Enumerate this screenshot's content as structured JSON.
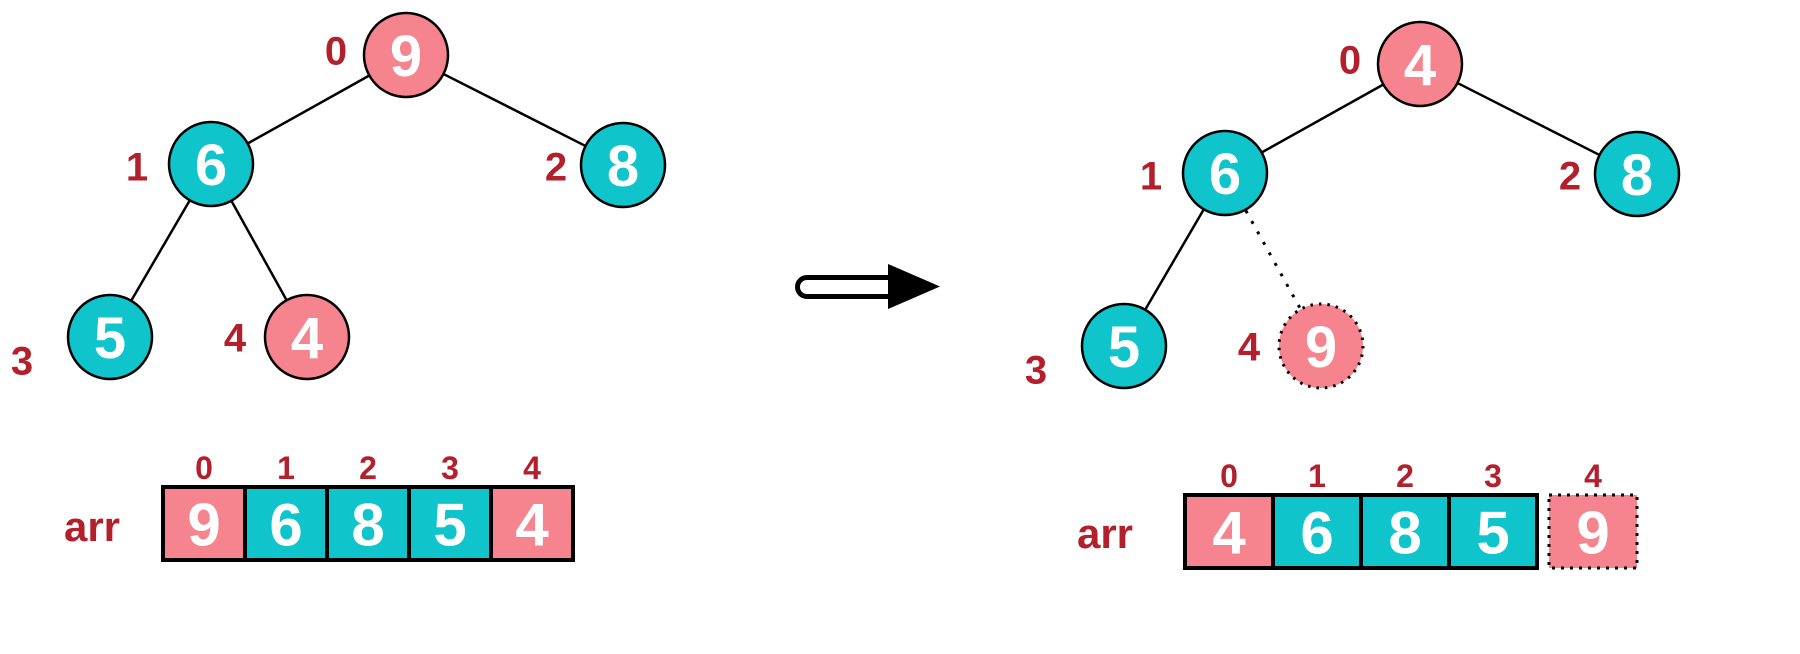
{
  "colors": {
    "pink": "#F6848E",
    "teal": "#0FC4CA",
    "label_red": "#B3202C",
    "line": "#000000",
    "node_text": "#FFFFFF"
  },
  "arrow": {
    "direction": "right"
  },
  "panels": [
    {
      "name": "before-swap",
      "tree": {
        "nodes": [
          {
            "slot": 0,
            "value": "9",
            "index": "0",
            "color": "pink",
            "dotted": false
          },
          {
            "slot": 1,
            "value": "6",
            "index": "1",
            "color": "teal",
            "dotted": false
          },
          {
            "slot": 2,
            "value": "8",
            "index": "2",
            "color": "teal",
            "dotted": false
          },
          {
            "slot": 3,
            "value": "5",
            "index": "3",
            "color": "teal",
            "dotted": false
          },
          {
            "slot": 4,
            "value": "4",
            "index": "4",
            "color": "pink",
            "dotted": false
          }
        ],
        "edges": [
          {
            "from": 0,
            "to": 1,
            "dotted": false
          },
          {
            "from": 0,
            "to": 2,
            "dotted": false
          },
          {
            "from": 1,
            "to": 3,
            "dotted": false
          },
          {
            "from": 1,
            "to": 4,
            "dotted": false
          }
        ]
      },
      "array": {
        "label": "arr",
        "cells": [
          {
            "value": "9",
            "index": "0",
            "color": "pink",
            "dotted": false
          },
          {
            "value": "6",
            "index": "1",
            "color": "teal",
            "dotted": false
          },
          {
            "value": "8",
            "index": "2",
            "color": "teal",
            "dotted": false
          },
          {
            "value": "5",
            "index": "3",
            "color": "teal",
            "dotted": false
          },
          {
            "value": "4",
            "index": "4",
            "color": "pink",
            "dotted": false
          }
        ]
      }
    },
    {
      "name": "after-swap",
      "tree": {
        "nodes": [
          {
            "slot": 0,
            "value": "4",
            "index": "0",
            "color": "pink",
            "dotted": false
          },
          {
            "slot": 1,
            "value": "6",
            "index": "1",
            "color": "teal",
            "dotted": false
          },
          {
            "slot": 2,
            "value": "8",
            "index": "2",
            "color": "teal",
            "dotted": false
          },
          {
            "slot": 3,
            "value": "5",
            "index": "3",
            "color": "teal",
            "dotted": false
          },
          {
            "slot": 4,
            "value": "9",
            "index": "4",
            "color": "pink",
            "dotted": true
          }
        ],
        "edges": [
          {
            "from": 0,
            "to": 1,
            "dotted": false
          },
          {
            "from": 0,
            "to": 2,
            "dotted": false
          },
          {
            "from": 1,
            "to": 3,
            "dotted": false
          },
          {
            "from": 1,
            "to": 4,
            "dotted": true
          }
        ]
      },
      "array": {
        "label": "arr",
        "cells": [
          {
            "value": "4",
            "index": "0",
            "color": "pink",
            "dotted": false
          },
          {
            "value": "6",
            "index": "1",
            "color": "teal",
            "dotted": false
          },
          {
            "value": "8",
            "index": "2",
            "color": "teal",
            "dotted": false
          },
          {
            "value": "5",
            "index": "3",
            "color": "teal",
            "dotted": false
          },
          {
            "value": "9",
            "index": "4",
            "color": "pink",
            "dotted": true
          }
        ]
      }
    }
  ]
}
